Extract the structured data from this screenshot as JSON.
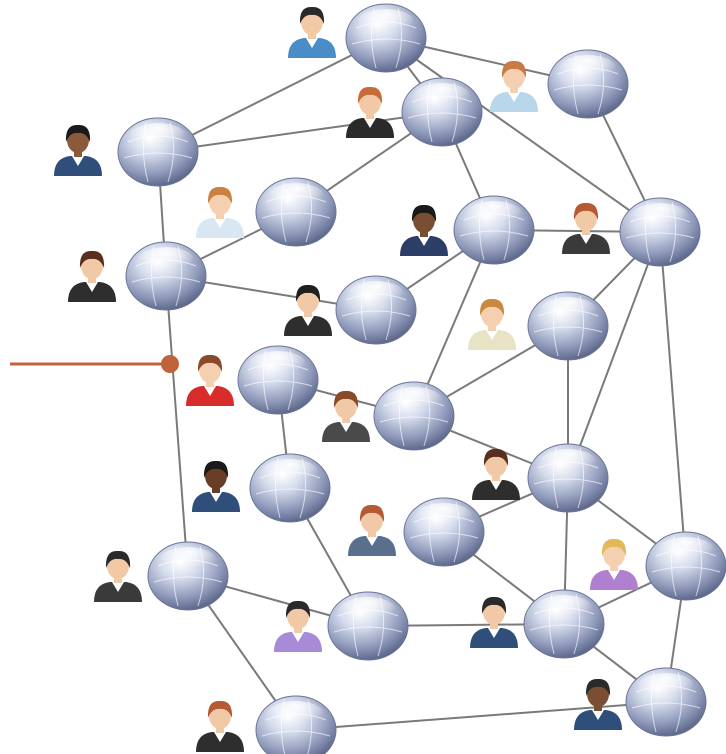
{
  "diagram": {
    "kind": "network",
    "node_style": "globe",
    "link_color": "#7a7a7a",
    "pointer_color": "#c0633d",
    "globe_color": "#a8b2cf"
  },
  "people": [
    {
      "id": "p1",
      "shirt": "#4a8cc7",
      "hair": "#2a2a2a",
      "skin": "#f1c9a6"
    },
    {
      "id": "p2",
      "shirt": "#b9d6ea",
      "hair": "#c97a45",
      "skin": "#f4d0b0"
    },
    {
      "id": "p3",
      "shirt": "#2a2a2a",
      "hair": "#c96a3a",
      "skin": "#f1c9a6"
    },
    {
      "id": "p4",
      "shirt": "#2f4f7a",
      "hair": "#1a1a1a",
      "skin": "#8a5a3a"
    },
    {
      "id": "p5",
      "shirt": "#d9e7f2",
      "hair": "#c9823f",
      "skin": "#f4d0b0"
    },
    {
      "id": "p6",
      "shirt": "#2d3e66",
      "hair": "#1a1a1a",
      "skin": "#7a4e32"
    },
    {
      "id": "p7",
      "shirt": "#3a3a3a",
      "hair": "#b65a36",
      "skin": "#f1c9a6"
    },
    {
      "id": "p8",
      "shirt": "#2e2e2e",
      "hair": "#5a2e1e",
      "skin": "#f1c9a6"
    },
    {
      "id": "p9",
      "shirt": "#2e2e2e",
      "hair": "#1f1f1f",
      "skin": "#f1c9a6"
    },
    {
      "id": "p10",
      "shirt": "#e9e3c6",
      "hair": "#c98a3f",
      "skin": "#f4d0b0"
    },
    {
      "id": "p11",
      "shirt": "#d82c2c",
      "hair": "#8a4a2a",
      "skin": "#f4d0b0"
    },
    {
      "id": "p12",
      "shirt": "#4a4a4a",
      "hair": "#8a4a2a",
      "skin": "#f1c9a6"
    },
    {
      "id": "p13",
      "shirt": "#2e2e2e",
      "hair": "#5a2e1e",
      "skin": "#f1c9a6"
    },
    {
      "id": "p14",
      "shirt": "#2f4f7a",
      "hair": "#1a1a1a",
      "skin": "#6a3e26"
    },
    {
      "id": "p15",
      "shirt": "#5a6e8e",
      "hair": "#b65a36",
      "skin": "#f1c9a6"
    },
    {
      "id": "p16",
      "shirt": "#b07fd0",
      "hair": "#e1b85a",
      "skin": "#f4d0b0"
    },
    {
      "id": "p17",
      "shirt": "#3a3a3a",
      "hair": "#2a2a2a",
      "skin": "#f1c9a6"
    },
    {
      "id": "p18",
      "shirt": "#a78bd8",
      "hair": "#2a2a2a",
      "skin": "#f1c9a6"
    },
    {
      "id": "p19",
      "shirt": "#2f4f7a",
      "hair": "#2a2a2a",
      "skin": "#f1c9a6"
    },
    {
      "id": "p20",
      "shirt": "#2f4f7a",
      "hair": "#2a2a2a",
      "skin": "#7a4e32"
    },
    {
      "id": "p21",
      "shirt": "#2e2e2e",
      "hair": "#b65a36",
      "skin": "#f1c9a6"
    }
  ]
}
